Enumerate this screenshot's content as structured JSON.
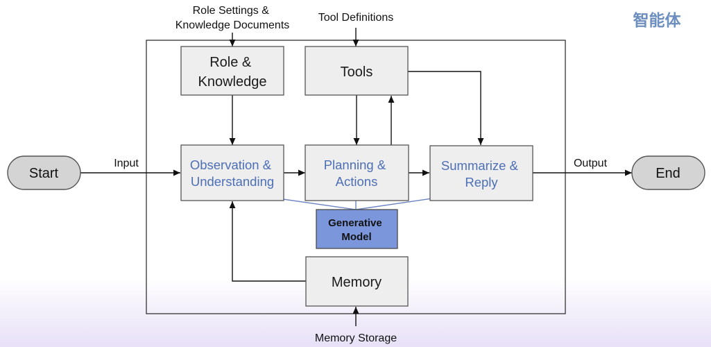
{
  "watermark": "智能体",
  "inputs": {
    "role_settings": [
      "Role Settings &",
      "Knowledge Documents"
    ],
    "tool_definitions": "Tool Definitions",
    "memory_storage": "Memory Storage"
  },
  "terminals": {
    "start": "Start",
    "end": "End"
  },
  "edge_labels": {
    "input": "Input",
    "output": "Output"
  },
  "boxes": {
    "role_knowledge": [
      "Role &",
      "Knowledge"
    ],
    "tools": "Tools",
    "observation": [
      "Observation &",
      "Understanding"
    ],
    "planning": [
      "Planning &",
      "Actions"
    ],
    "summarize": [
      "Summarize &",
      "Reply"
    ],
    "generative_model": [
      "Generative",
      "Model"
    ],
    "memory": "Memory"
  },
  "colors": {
    "box_fill": "#eeeeee",
    "terminal_fill": "#d4d4d4",
    "model_fill": "#7b96da",
    "blue_text": "#4d6fb6",
    "blue_arrow": "#6c84c4",
    "watermark": "#6d8fbf"
  }
}
